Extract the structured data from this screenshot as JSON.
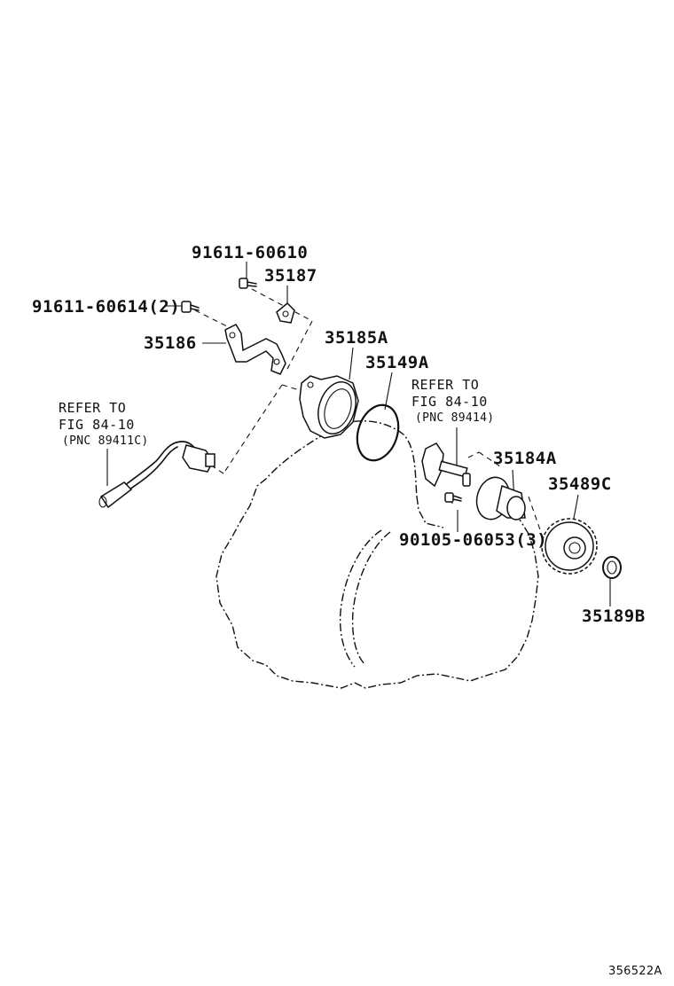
{
  "parts": {
    "bolt_91611_60610": "91611-60610",
    "plate_35187": "35187",
    "bolt_91611_60614": "91611-60614(2)",
    "bracket_35186": "35186",
    "seal_housing_35185a": "35185A",
    "o_ring_35149a": "35149A",
    "sensor_rotor_35184a": "35184A",
    "gear_35489c": "35489C",
    "bolt_90105_06053": "90105-06053(3)",
    "snap_ring_35189b": "35189B"
  },
  "references": {
    "sensor_ref": {
      "line1": "REFER TO",
      "line2": "FIG 84-10",
      "line3": "(PNC 89411C)"
    },
    "shaft_ref": {
      "line1": "REFER TO",
      "line2": "FIG 84-10",
      "line3": "(PNC 89414)"
    }
  },
  "figure_id": "356522A",
  "colors": {
    "ink": "#111111",
    "paper": "#ffffff"
  }
}
